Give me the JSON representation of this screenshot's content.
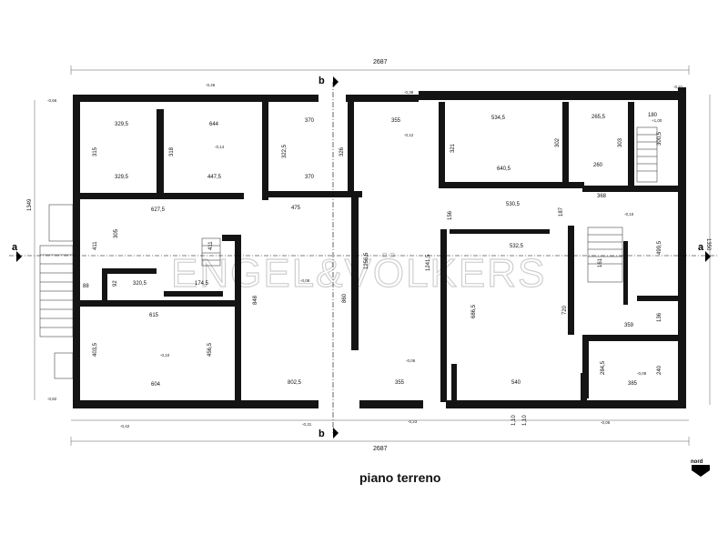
{
  "drawing": {
    "title": "piano terreno",
    "north_label": "nord",
    "watermark": "ENGEL&VÖLKERS",
    "section_markers": {
      "a": "a",
      "b": "b"
    }
  },
  "dimensions": {
    "overall_width_top": "2687",
    "overall_width_bottom": "2687",
    "overall_height_left": "1349",
    "overall_height_right": "1350",
    "d_329_5_a": "329,5",
    "d_644": "644",
    "d_370_a": "370",
    "d_355_a": "355",
    "d_534_5": "534,5",
    "d_265_5": "265,5",
    "d_180": "180",
    "d_315": "315",
    "d_318": "318",
    "d_322_5": "322,5",
    "d_326": "326",
    "d_321": "321",
    "d_302": "302",
    "d_303": "303",
    "d_300_5": "300,5",
    "d_329_5_b": "329,5",
    "d_447_5": "447,5",
    "d_370_b": "370",
    "d_640_5": "640,5",
    "d_260": "260",
    "d_627_5": "627,5",
    "d_475": "475",
    "d_368": "368",
    "d_530_5": "530,5",
    "d_156": "156",
    "d_187": "187",
    "d_411": "411",
    "d_305": "305",
    "d_1256_5": "1256,5",
    "d_1241_5": "1241,5",
    "d_532_5": "532,5",
    "d_499_5": "499,5",
    "d_161": "161",
    "d_88": "88",
    "d_92": "92",
    "d_320_5": "320,5",
    "d_174_5": "174,5",
    "d_848": "848",
    "d_860": "860",
    "d_686_5": "686,5",
    "d_720": "720",
    "d_615": "615",
    "d_359": "359",
    "d_136": "136",
    "d_403_5": "403,5",
    "d_456_5": "456,5",
    "d_284_5": "284,5",
    "d_240": "240",
    "d_604": "604",
    "d_802_5": "802,5",
    "d_355_b": "355",
    "d_540": "540",
    "d_385": "385",
    "d_110_a": "1,10",
    "d_110_b": "1,10"
  },
  "levels": {
    "l_top_left": "-0,66",
    "l_top_center_left": "-0,46",
    "l_top_center": "-0,39",
    "l_top_right": "-0,21",
    "l_room_014": "-0,14",
    "l_room_012": "-0,12",
    "l_stair_right": "+1,00",
    "l_room_010_right": "-0,10",
    "l_room_008": "-0,08",
    "l_room_010_left": "-0,10",
    "l_room_006": "-0,06",
    "l_room_009": "-0,09",
    "l_bottom_left": "-0,82",
    "l_bottom_left2": "-0,42",
    "l_bottom_center_left": "-0,31",
    "l_bottom_center": "-0,23",
    "l_bottom_right": "-0,05"
  }
}
